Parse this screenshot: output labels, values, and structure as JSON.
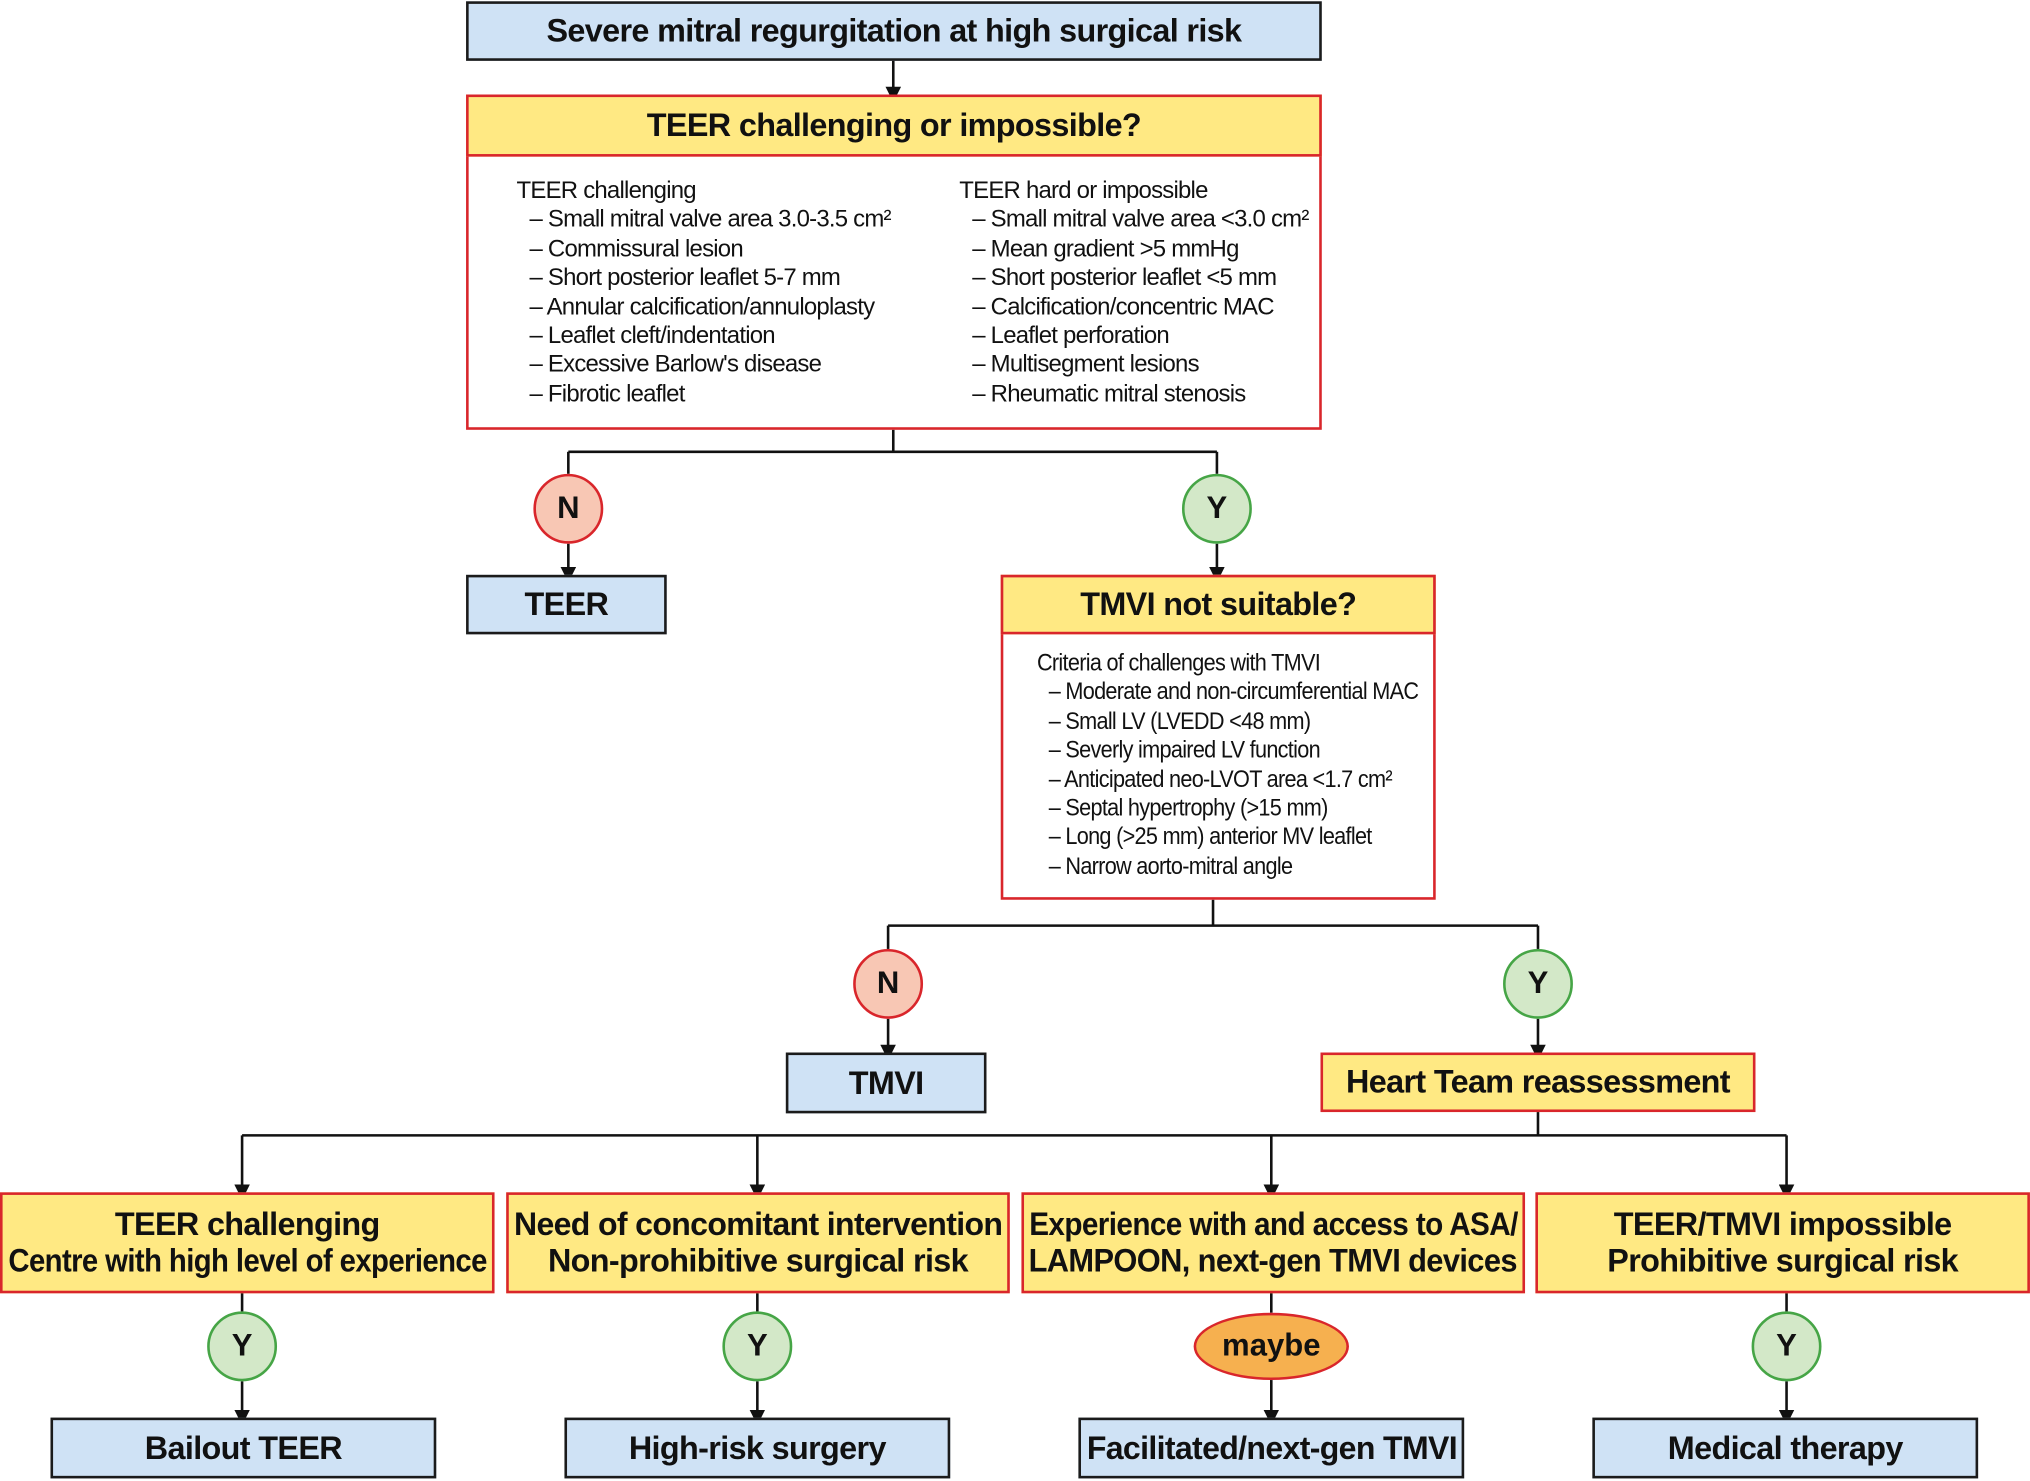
{
  "start": "Severe mitral regurgitation at high surgical risk",
  "q1": {
    "title": "TEER challenging or impossible?",
    "left": {
      "heading": "TEER challenging",
      "items": [
        "Small mitral valve area 3.0-3.5 cm²",
        "Commissural lesion",
        "Short posterior leaflet 5-7 mm",
        "Annular calcification/annuloplasty",
        "Leaflet cleft/indentation",
        "Excessive Barlow's disease",
        "Fibrotic leaflet"
      ]
    },
    "right": {
      "heading": "TEER hard or impossible",
      "items": [
        "Small mitral valve area <3.0 cm²",
        "Mean gradient >5 mmHg",
        "Short posterior leaflet <5 mm",
        "Calcification/concentric MAC",
        "Leaflet perforation",
        "Multisegment lesions",
        "Rheumatic mitral stenosis"
      ]
    }
  },
  "no_label": "N",
  "yes_label": "Y",
  "maybe_label": "maybe",
  "teer_outcome": "TEER",
  "q2": {
    "title": "TMVI not suitable?",
    "heading": "Criteria of challenges with TMVI",
    "items": [
      "Moderate and non-circumferential MAC",
      "Small LV (LVEDD <48 mm)",
      "Severly impaired LV function",
      "Anticipated neo-LVOT area <1.7 cm²",
      "Septal hypertrophy (>15 mm)",
      "Long (>25 mm) anterior MV leaflet",
      "Narrow aorto-mitral angle"
    ]
  },
  "tmvi_outcome": "TMVI",
  "reassessment": "Heart Team reassessment",
  "options": [
    {
      "line1": "TEER challenging",
      "line2": "Centre with high level of experience",
      "outcome": "Bailout TEER"
    },
    {
      "line1": "Need of concomitant intervention",
      "line2": "Non-prohibitive surgical risk",
      "outcome": "High-risk surgery"
    },
    {
      "line1": "Experience with and access to ASA/",
      "line2": "LAMPOON, next-gen TMVI devices",
      "outcome": "Facilitated/next-gen TMVI"
    },
    {
      "line1": "TEER/TMVI impossible",
      "line2": "Prohibitive surgical risk",
      "outcome": "Medical therapy"
    }
  ]
}
